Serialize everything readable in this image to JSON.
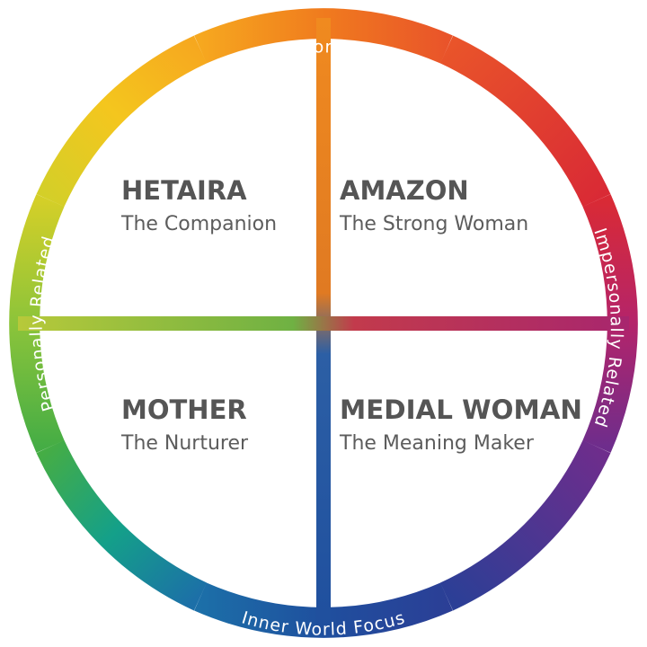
{
  "ring_labels": {
    "top": "Outer World Focus",
    "bottom": "Inner World Focus",
    "left": "Personally Related",
    "right": "Impersonally Related"
  },
  "quadrants": {
    "top_left": {
      "title": "HETAIRA",
      "subtitle": "The Companion"
    },
    "top_right": {
      "title": "AMAZON",
      "subtitle": "The Strong Woman"
    },
    "bottom_left": {
      "title": "MOTHER",
      "subtitle": "The Nurturer"
    },
    "bottom_right": {
      "title": "MEDIAL WOMAN",
      "subtitle": "The Meaning Maker"
    }
  },
  "colors": {
    "top": "#f07b1e",
    "top_right": "#e2352c",
    "right": "#b4246a",
    "bottom_right": "#3c3f9a",
    "bottom": "#1f4f9e",
    "bottom_left": "#14a089",
    "left": "#8cc43a",
    "top_left": "#f4c61e"
  }
}
